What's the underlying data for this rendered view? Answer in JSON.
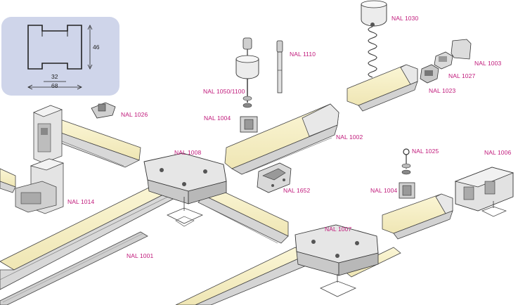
{
  "profile_inset": {
    "height_dim": "46",
    "inner_width_dim": "32",
    "outer_width_dim": "68"
  },
  "parts": {
    "nal_1030": "NAL 1030",
    "nal_1110": "NAL 1110",
    "nal_1003": "NAL 1003",
    "nal_1027": "NAL 1027",
    "nal_1023": "NAL 1023",
    "nal_1050_1100": "NAL 1050/1100",
    "nal_1004_a": "NAL 1004",
    "nal_1026": "NAL 1026",
    "nal_1002": "NAL 1002",
    "nal_1008": "NAL 1008",
    "nal_1025": "NAL 1025",
    "nal_1006": "NAL 1006",
    "nal_1652": "NAL 1652",
    "nal_1004_b": "NAL 1004",
    "nal_1014": "NAL 1014",
    "nal_1007": "NAL 1007",
    "nal_1001": "NAL 1001"
  },
  "colors": {
    "label": "#c0187a",
    "profile_face": "#f6f0c8",
    "metal": "#d9d9d9",
    "inset_bg": "#cfd5ea",
    "outline": "#333333"
  }
}
